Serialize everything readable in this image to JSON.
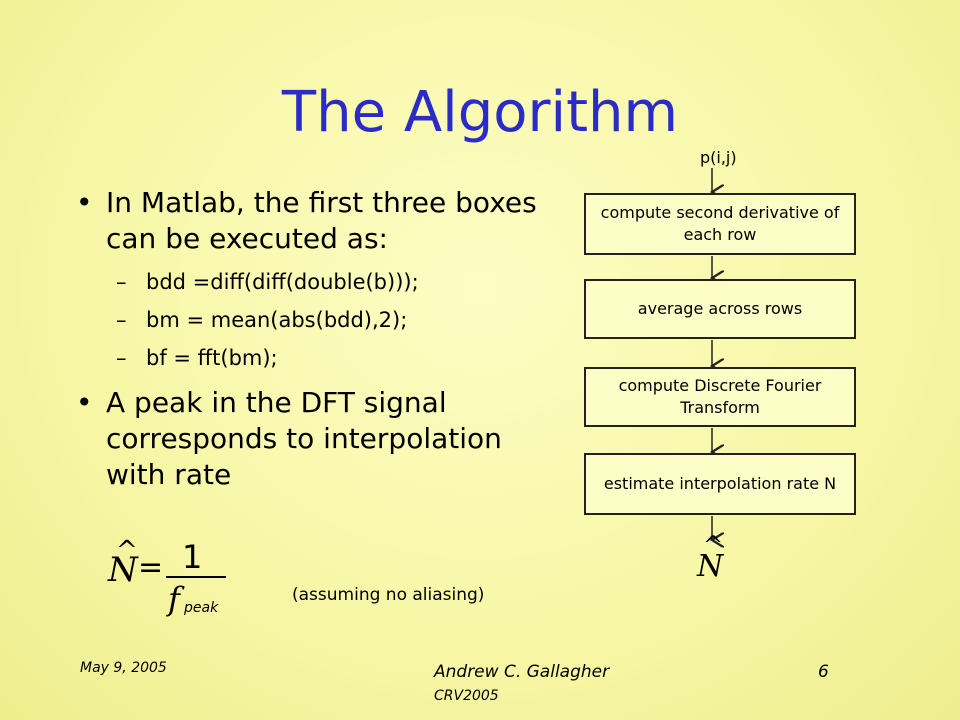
{
  "slide": {
    "title": "The Algorithm",
    "bullets": [
      {
        "text": "In Matlab, the first three boxes can be executed as:",
        "sub": [
          "bdd =diff(diff(double(b)));",
          "bm = mean(abs(bdd),2);",
          "bf = fft(bm);"
        ]
      },
      {
        "text": "A peak in the DFT signal corresponds to interpolation with rate"
      }
    ],
    "bullet_glyph": "•",
    "dash_glyph": "–",
    "formula": {
      "lhs": "N",
      "hat": "^",
      "equals": "=",
      "numerator": "1",
      "denominator": "f",
      "denominator_sub": "peak"
    },
    "note": "(assuming no aliasing)"
  },
  "flowchart": {
    "input": "p(i,j)",
    "boxes": [
      "compute second derivative of each row",
      "average across rows",
      "compute Discrete Fourier Transform",
      "estimate interpolation rate N"
    ],
    "output": "N",
    "output_hat": "^"
  },
  "footer": {
    "date": "May 9, 2005",
    "author": "Andrew C. Gallagher",
    "conference": "CRV2005",
    "page": "6"
  },
  "colors": {
    "title": "#2b2bc8",
    "background": "#f7f7a8",
    "box_border": "#222222"
  }
}
